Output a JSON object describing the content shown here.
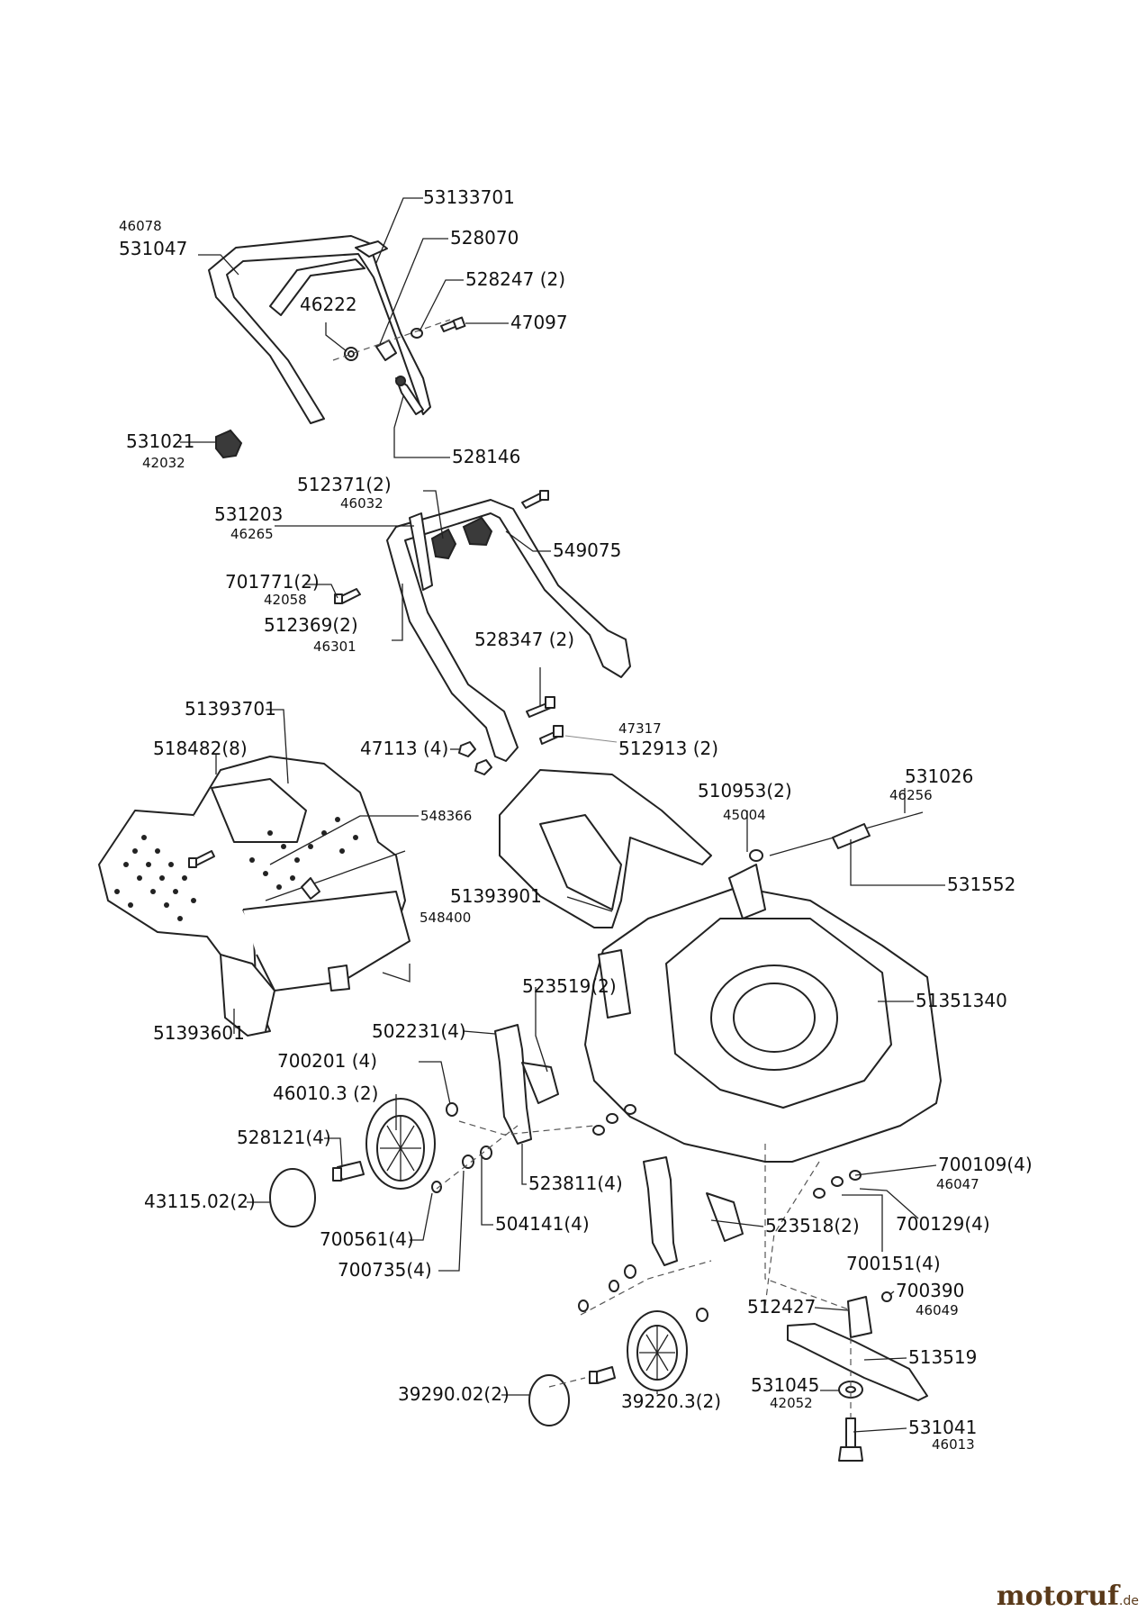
{
  "labels": [
    {
      "text": "53133701",
      "size": "big"
    },
    {
      "text": "46078",
      "size": "small"
    },
    {
      "text": "531047",
      "size": "big"
    },
    {
      "text": "528070",
      "size": "big"
    },
    {
      "text": "528247 (2)",
      "size": "big"
    },
    {
      "text": "46222",
      "size": "big"
    },
    {
      "text": "47097",
      "size": "big"
    },
    {
      "text": "531021",
      "size": "big"
    },
    {
      "text": "42032",
      "size": "small"
    },
    {
      "text": "528146",
      "size": "big"
    },
    {
      "text": "512371(2)",
      "size": "big"
    },
    {
      "text": "46032",
      "size": "small"
    },
    {
      "text": "531203",
      "size": "big"
    },
    {
      "text": "46265",
      "size": "small"
    },
    {
      "text": "549075",
      "size": "big"
    },
    {
      "text": "701771(2)",
      "size": "big"
    },
    {
      "text": "42058",
      "size": "small"
    },
    {
      "text": "512369(2)",
      "size": "big"
    },
    {
      "text": "46301",
      "size": "small"
    },
    {
      "text": "528347 (2)",
      "size": "big"
    },
    {
      "text": "51393701",
      "size": "big"
    },
    {
      "text": "47317",
      "size": "small"
    },
    {
      "text": "518482(8)",
      "size": "big"
    },
    {
      "text": "47113 (4)",
      "size": "big"
    },
    {
      "text": "512913 (2)",
      "size": "big"
    },
    {
      "text": "531026",
      "size": "big"
    },
    {
      "text": "510953(2)",
      "size": "big"
    },
    {
      "text": "46256",
      "size": "small"
    },
    {
      "text": "45004",
      "size": "small"
    },
    {
      "text": "548366",
      "size": "small"
    },
    {
      "text": "531552",
      "size": "big"
    },
    {
      "text": "51393901",
      "size": "big"
    },
    {
      "text": "548400",
      "size": "small"
    },
    {
      "text": "523519(2)",
      "size": "big"
    },
    {
      "text": "51351340",
      "size": "big"
    },
    {
      "text": "502231(4)",
      "size": "big"
    },
    {
      "text": "51393601",
      "size": "big"
    },
    {
      "text": "700201 (4)",
      "size": "big"
    },
    {
      "text": "46010.3 (2)",
      "size": "big"
    },
    {
      "text": "528121(4)",
      "size": "big"
    },
    {
      "text": "700109(4)",
      "size": "big"
    },
    {
      "text": "46047",
      "size": "small"
    },
    {
      "text": "523811(4)",
      "size": "big"
    },
    {
      "text": "43115.02(2)",
      "size": "big"
    },
    {
      "text": "504141(4)",
      "size": "big"
    },
    {
      "text": "700129(4)",
      "size": "big"
    },
    {
      "text": "523518(2)",
      "size": "big"
    },
    {
      "text": "700561(4)",
      "size": "big"
    },
    {
      "text": "700735(4)",
      "size": "big"
    },
    {
      "text": "700151(4)",
      "size": "big"
    },
    {
      "text": "700390",
      "size": "big"
    },
    {
      "text": "46049",
      "size": "small"
    },
    {
      "text": "512427",
      "size": "big"
    },
    {
      "text": "513519",
      "size": "big"
    },
    {
      "text": "531045",
      "size": "big"
    },
    {
      "text": "42052",
      "size": "small"
    },
    {
      "text": "39290.02(2)",
      "size": "big"
    },
    {
      "text": "39220.3(2)",
      "size": "big"
    },
    {
      "text": "531041",
      "size": "big"
    },
    {
      "text": "46013",
      "size": "small"
    }
  ],
  "logo": {
    "name": "motoruf",
    "domain": ".de"
  }
}
